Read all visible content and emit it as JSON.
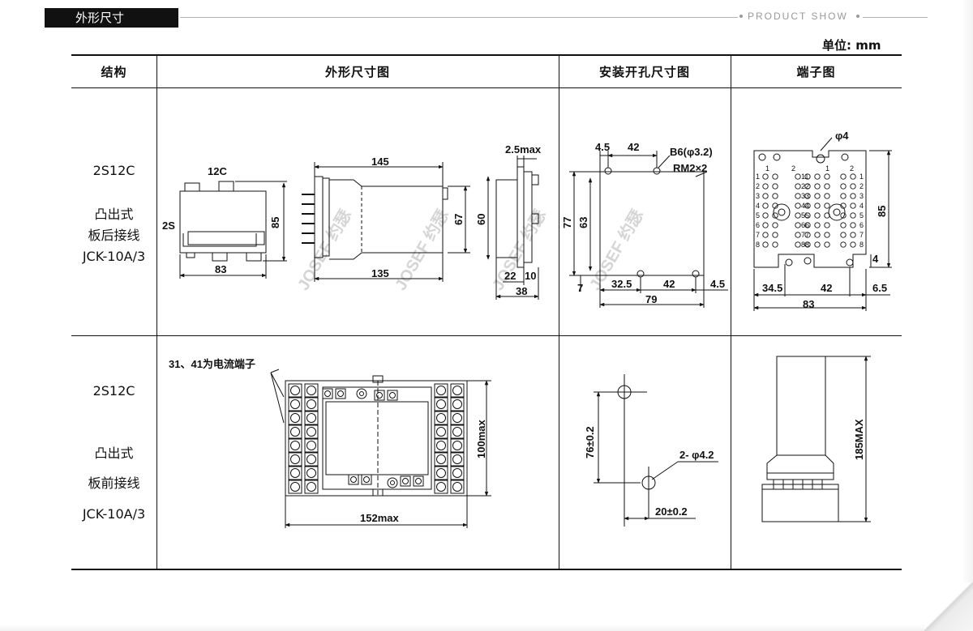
{
  "header": {
    "tag": "外形尺寸",
    "brand": "PRODUCT SHOW",
    "unit": "单位:  mm"
  },
  "table": {
    "headers": [
      "结构",
      "外形尺寸图",
      "安装开孔尺寸图",
      "端子图"
    ],
    "rows": [
      {
        "model": "2S12C",
        "type_lines": [
          "凸出式",
          "板后接线",
          "JCK-10A/3"
        ]
      },
      {
        "model": "2S12C",
        "type_lines": [
          "凸出式",
          "板前接线",
          "JCK-10A/3"
        ]
      }
    ]
  },
  "watermark": "JOSEF 约瑟",
  "drawings": {
    "r1_outline": {
      "front": {
        "top": "12C",
        "left": "2S",
        "width": "83",
        "height": "85"
      },
      "side": {
        "top": "145",
        "bottom": "135",
        "h_inner": "67",
        "h_outer": "60"
      },
      "edge": {
        "top": "2.5max",
        "b1": "22",
        "b2": "10",
        "total": "38"
      }
    },
    "r1_cutout": {
      "d1": "4.5",
      "d2": "42",
      "screw": "B6(φ3.2)",
      "radius": "RM2×2",
      "h_outer": "77",
      "h_inner": "63",
      "b_left": "7",
      "b1": "32.5",
      "b2": "42",
      "b3": "4.5",
      "total": "79"
    },
    "r1_terminal": {
      "hole": "φ4",
      "height": "85",
      "small": "4",
      "b1": "34.5",
      "b2": "42",
      "b3": "6.5",
      "total": "83",
      "numbers": [
        "1",
        "2",
        "3",
        "4",
        "5",
        "6",
        "7",
        "8"
      ],
      "mid_numbers": [
        "11",
        "22",
        "33",
        "44",
        "55",
        "66",
        "77",
        "88"
      ]
    },
    "r2_outline": {
      "note": "31、41为电流端子",
      "height": "100max",
      "width": "152max"
    },
    "r2_cutout": {
      "height": "76±0.2",
      "holes": "2- φ4.2",
      "width": "20±0.2"
    },
    "r2_terminal": {
      "height": "185MAX"
    }
  }
}
